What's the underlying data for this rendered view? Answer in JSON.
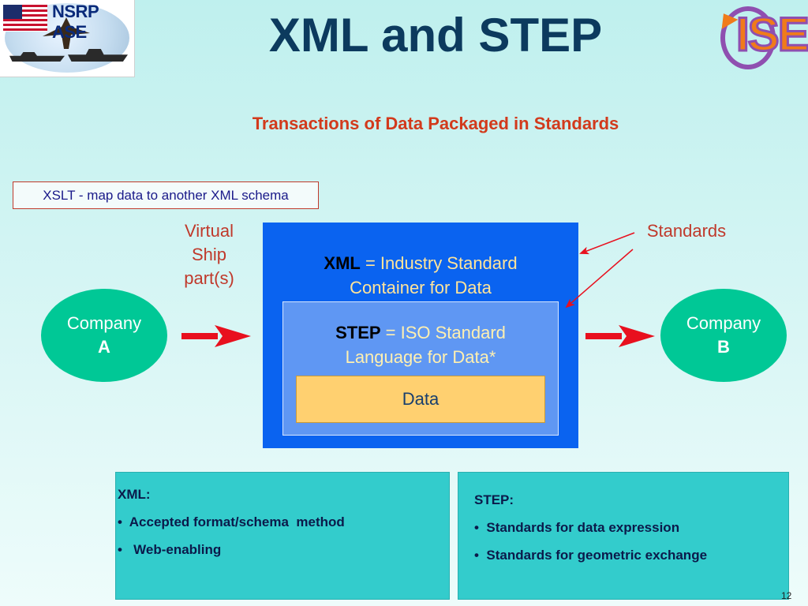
{
  "header": {
    "title": "XML and STEP",
    "subtitle": "Transactions of Data Packaged in Standards",
    "logo_left_text": "NSRP ASE",
    "logo_right_text": "ISE"
  },
  "xslt_note": "XSLT - map data to another XML schema",
  "diagram": {
    "virtual_label": [
      "Virtual",
      "Ship",
      "part(s)"
    ],
    "standards_label": "Standards",
    "company_a": {
      "name": "Company",
      "letter": "A"
    },
    "company_b": {
      "name": "Company",
      "letter": "B"
    },
    "xml_layer": {
      "keyword": "XML",
      "rest_line1": " = Industry Standard",
      "line2": "Container for Data"
    },
    "step_layer": {
      "keyword": "STEP",
      "rest_line1": " = ISO Standard",
      "line2": "Language for Data*"
    },
    "data_layer": "Data"
  },
  "panels": {
    "xml": {
      "heading": "XML:",
      "bullets": [
        "•  Accepted format/schema  method",
        "•   Web-enabling"
      ]
    },
    "step": {
      "heading": "STEP:",
      "bullets": [
        "•  Standards for data expression",
        "•  Standards for geometric exchange"
      ]
    }
  },
  "page_number": "12",
  "colors": {
    "arrow_red": "#e8101e",
    "xml_blue": "#0a63f0",
    "step_blue": "#5f97f3",
    "data_orange": "#ffd070",
    "company_green": "#00c896",
    "panel_teal": "#33cccc"
  }
}
